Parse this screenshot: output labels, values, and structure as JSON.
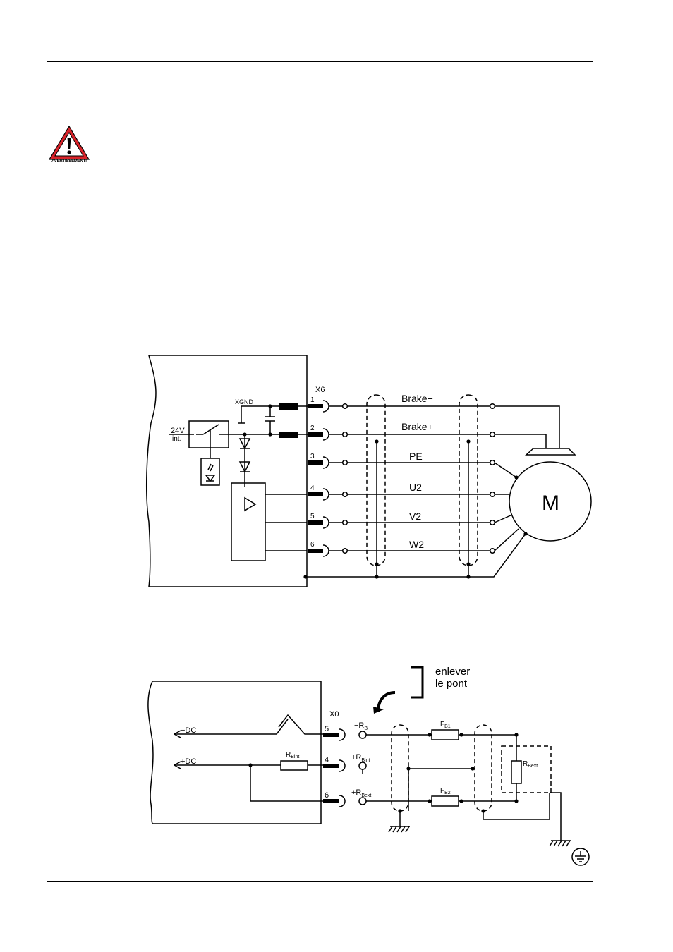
{
  "warning": {
    "label": "AVERTISSEMENT!",
    "icon": "warning-triangle-icon",
    "color": "#d9232a"
  },
  "motor_diagram": {
    "connector": "X6",
    "xgnd": "XGND",
    "supply_voltage": "24V",
    "supply_note": "int.",
    "motor": "M",
    "pins": [
      {
        "num": "1",
        "signal": "Brake−"
      },
      {
        "num": "2",
        "signal": "Brake+"
      },
      {
        "num": "3",
        "signal": "PE"
      },
      {
        "num": "4",
        "signal": "U2"
      },
      {
        "num": "5",
        "signal": "V2"
      },
      {
        "num": "6",
        "signal": "W2"
      }
    ]
  },
  "brake_diagram": {
    "connector": "X0",
    "remove_bridge_line1": "enlever",
    "remove_bridge_line2": "le pont",
    "neg_dc": "−DC",
    "pos_dc": "+DC",
    "pins": [
      {
        "num": "5",
        "sign": "−R",
        "sub": "B"
      },
      {
        "num": "4",
        "sign": "+R",
        "sub": "Bint"
      },
      {
        "num": "6",
        "sign": "+R",
        "sub": "Bext"
      }
    ],
    "r_bint": {
      "main": "R",
      "sub": "Bint"
    },
    "r_bext": {
      "main": "R",
      "sub": "Bext"
    },
    "fuse1": {
      "main": "F",
      "sub": "B1"
    },
    "fuse2": {
      "main": "F",
      "sub": "B2"
    }
  }
}
